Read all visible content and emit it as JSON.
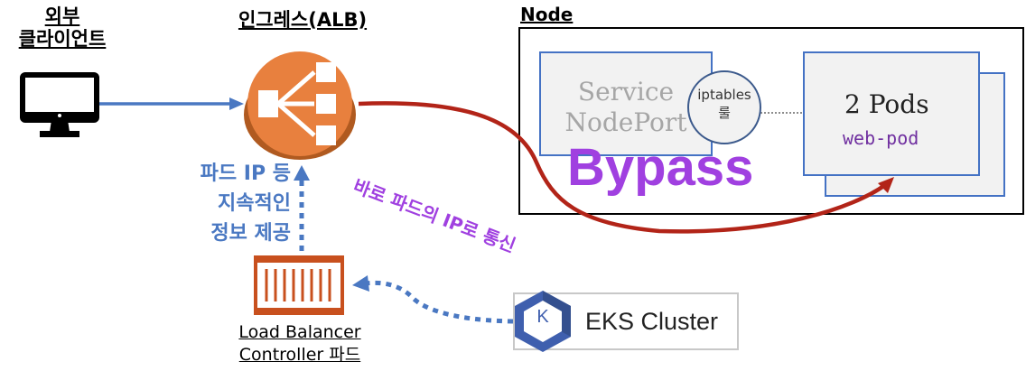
{
  "labels": {
    "external_client": [
      "외부",
      "클라이언트"
    ],
    "ingress": "인그레스(ALB)",
    "node": "Node",
    "service": [
      "Service",
      "NodePort"
    ],
    "iptables": [
      "iptables",
      "룰"
    ],
    "pods_title": "2 Pods",
    "pods_name": "web-pod",
    "bypass": "Bypass",
    "ip_info": [
      "파드 IP 등",
      "지속적인",
      "정보 제공"
    ],
    "direct": "바로 파드의 IP로 통신",
    "lbc": [
      "Load Balancer",
      "Controller 파드"
    ],
    "eks": "EKS Cluster",
    "eks_k": "K"
  },
  "colors": {
    "alb": "#e8803e",
    "red_line": "#b22418",
    "blue_arrow": "#4a78c2",
    "purple": "#a040e0",
    "eks_hex": "#3f5fae",
    "lbc": "#c8501e"
  },
  "icons": [
    "monitor-icon",
    "alb-icon",
    "lbc-icon",
    "eks-icon"
  ]
}
